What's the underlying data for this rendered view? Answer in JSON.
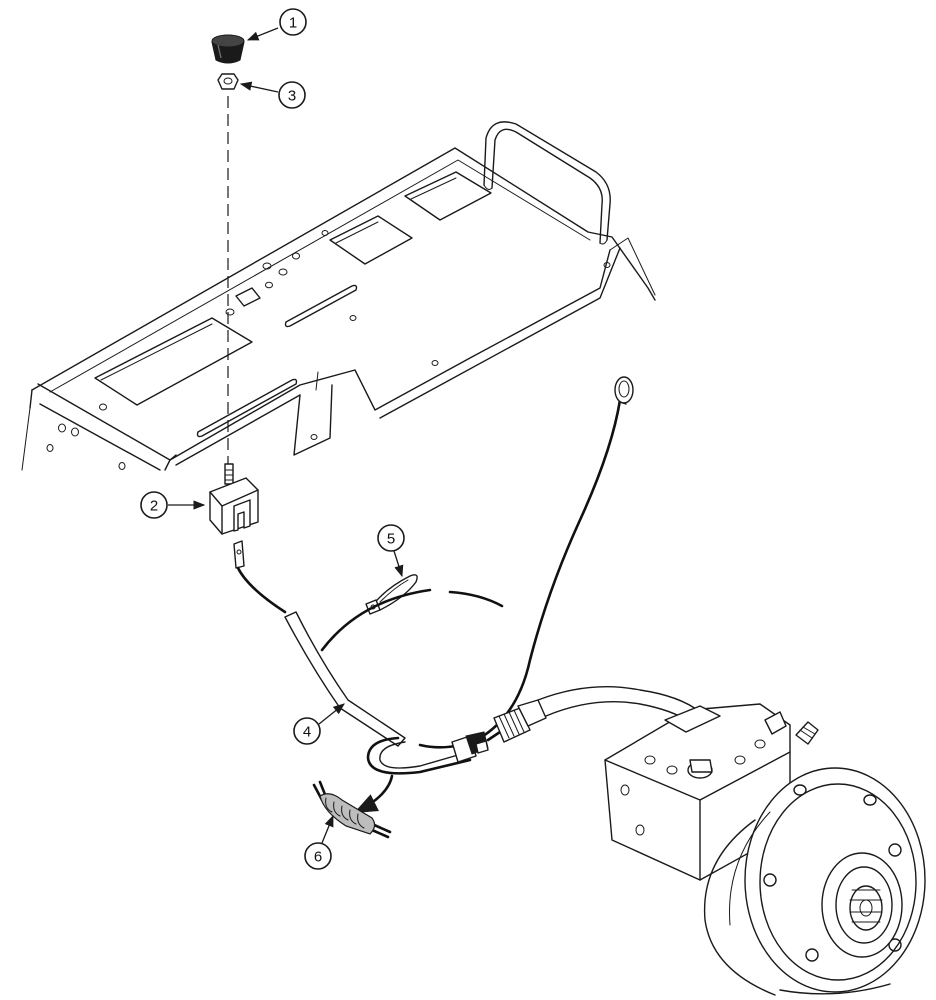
{
  "callouts": [
    {
      "id": "1",
      "label": "1",
      "part": "knob"
    },
    {
      "id": "2",
      "label": "2",
      "part": "switch"
    },
    {
      "id": "3",
      "label": "3",
      "part": "nut"
    },
    {
      "id": "4",
      "label": "4",
      "part": "harness"
    },
    {
      "id": "5",
      "label": "5",
      "part": "cable-tie"
    },
    {
      "id": "6",
      "label": "6",
      "part": "wire-splice"
    }
  ]
}
